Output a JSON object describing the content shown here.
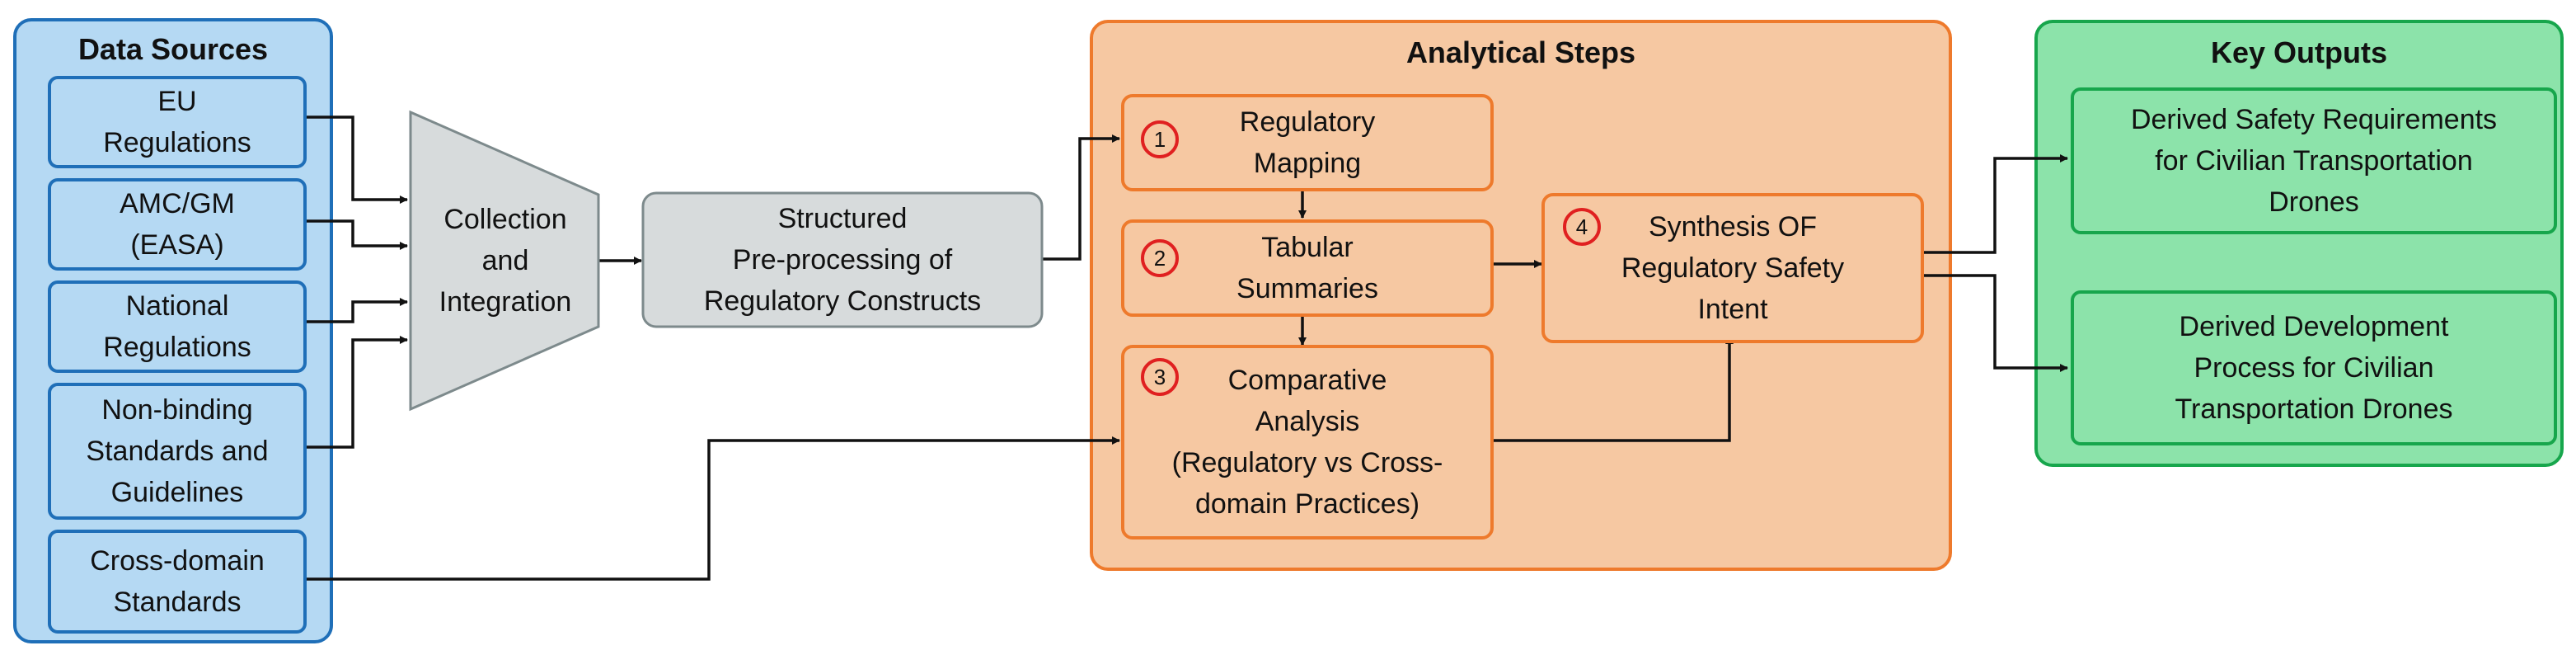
{
  "data_sources": {
    "title": "Data Sources",
    "items": [
      {
        "label": "EU\nRegulations"
      },
      {
        "label": "AMC/GM\n(EASA)"
      },
      {
        "label": "National\nRegulations"
      },
      {
        "label": "Non-binding\nStandards and\nGuidelines"
      },
      {
        "label": "Cross-domain\nStandards"
      }
    ]
  },
  "collection": {
    "label": "Collection\nand\nIntegration"
  },
  "preprocessing": {
    "label": "Structured\nPre-processing  of\nRegulatory Constructs"
  },
  "analytical_steps": {
    "title": "Analytical Steps",
    "steps": [
      {
        "number": "1",
        "label": "Regulatory\nMapping"
      },
      {
        "number": "2",
        "label": "Tabular\nSummaries"
      },
      {
        "number": "3",
        "label": "Comparative\nAnalysis\n(Regulatory vs Cross-\ndomain Practices)"
      },
      {
        "number": "4",
        "label": "Synthesis OF\nRegulatory Safety\nIntent"
      }
    ]
  },
  "key_outputs": {
    "title": "Key Outputs",
    "items": [
      {
        "label": "Derived Safety Requirements\nfor  Civilian Transportation\nDrones"
      },
      {
        "label": "Derived Development\nProcess for Civilian\nTransportation Drones"
      }
    ]
  },
  "colors": {
    "sources_fill": "#b5d9f3",
    "sources_border": "#1f6fb8",
    "steps_fill": "#f6c8a2",
    "steps_border": "#ee7a2c",
    "outputs_fill": "#8ce3aa",
    "outputs_border": "#17a64c",
    "gray_fill": "#d7dbdc",
    "number_circle": "#e02020"
  }
}
